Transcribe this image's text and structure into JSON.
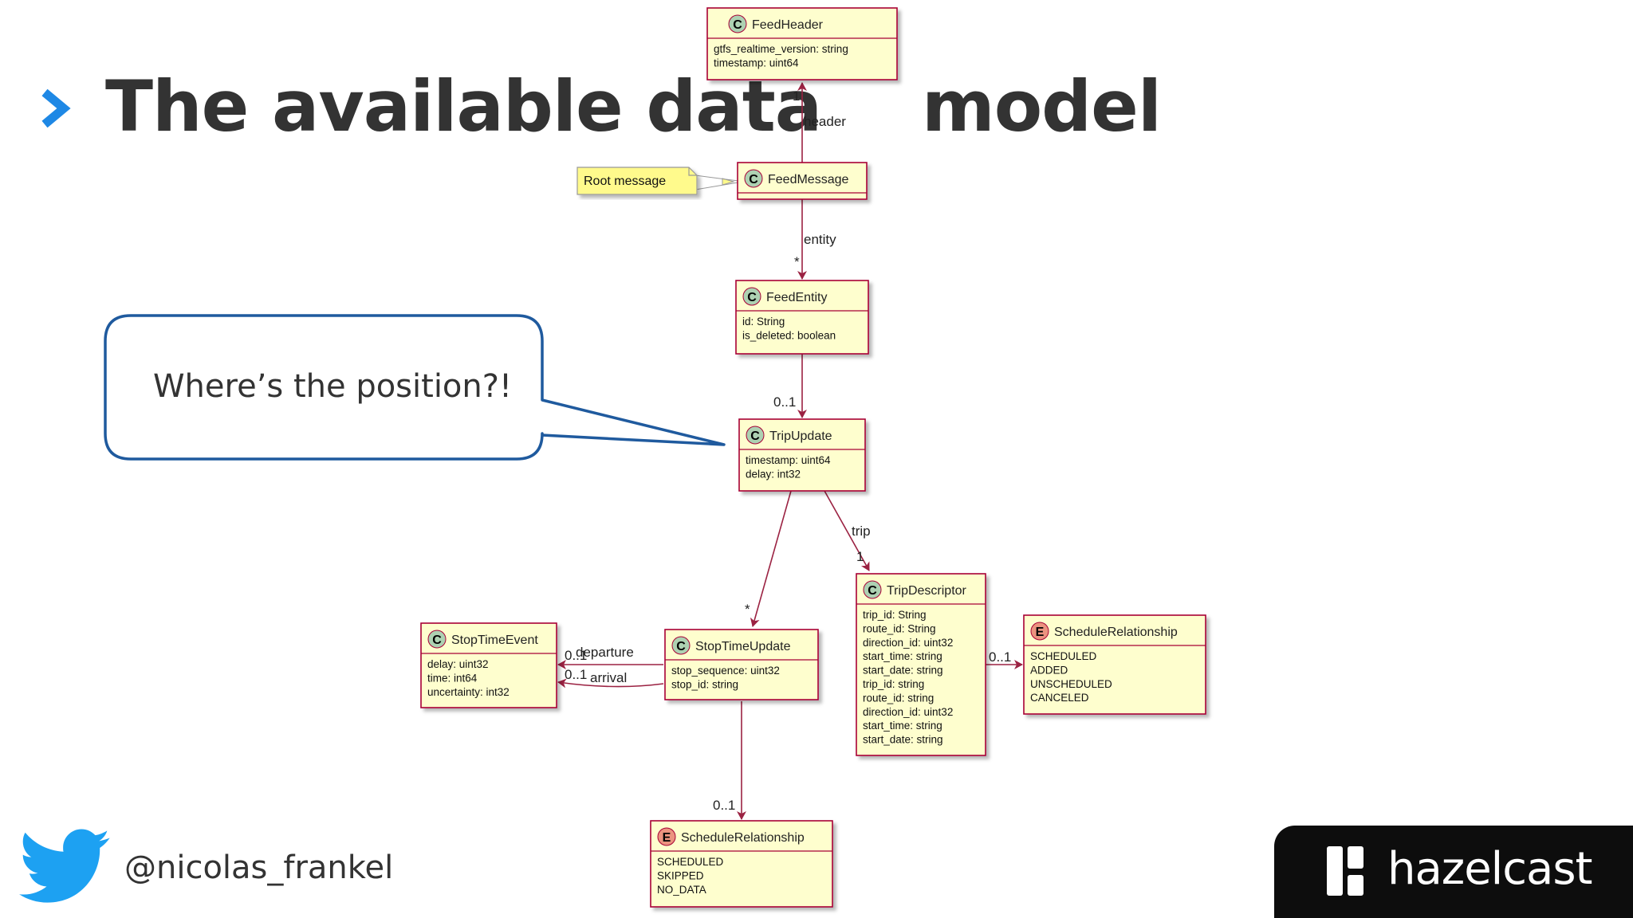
{
  "slide": {
    "title_left": "The available data",
    "title_right": "model",
    "callout": "Where’s the position?!",
    "twitter_handle": "@nicolas_frankel",
    "logo_text": "hazelcast",
    "accent_color": "#1e88e5",
    "twitter_color": "#1da1f2"
  },
  "diagram": {
    "note": "Root message",
    "classes": {
      "feed_header": {
        "stereotype": "C",
        "name": "FeedHeader",
        "attrs": [
          "gtfs_realtime_version: string",
          "timestamp: uint64"
        ]
      },
      "feed_message": {
        "stereotype": "C",
        "name": "FeedMessage",
        "attrs": []
      },
      "feed_entity": {
        "stereotype": "C",
        "name": "FeedEntity",
        "attrs": [
          "id: String",
          "is_deleted: boolean"
        ]
      },
      "trip_update": {
        "stereotype": "C",
        "name": "TripUpdate",
        "attrs": [
          "timestamp: uint64",
          "delay: int32"
        ]
      },
      "trip_descriptor": {
        "stereotype": "C",
        "name": "TripDescriptor",
        "attrs": [
          "trip_id: String",
          "route_id: String",
          "direction_id: uint32",
          "start_time: string",
          "start_date: string",
          "trip_id: string",
          "route_id: string",
          "direction_id: uint32",
          "start_time: string",
          "start_date: string"
        ]
      },
      "schedule_rel_trip": {
        "stereotype": "E",
        "name": "ScheduleRelationship",
        "attrs": [
          "SCHEDULED",
          "ADDED",
          "UNSCHEDULED",
          "CANCELED"
        ]
      },
      "stop_time_update": {
        "stereotype": "C",
        "name": "StopTimeUpdate",
        "attrs": [
          "stop_sequence: uint32",
          "stop_id: string"
        ]
      },
      "stop_time_event": {
        "stereotype": "C",
        "name": "StopTimeEvent",
        "attrs": [
          "delay: uint32",
          "time: int64",
          "uncertainty: int32"
        ]
      },
      "schedule_rel_stop": {
        "stereotype": "E",
        "name": "ScheduleRelationship",
        "attrs": [
          "SCHEDULED",
          "SKIPPED",
          "NO_DATA"
        ]
      }
    },
    "edges": {
      "header_label": "header",
      "header_mult": "1",
      "entity_label": "entity",
      "entity_mult": "*",
      "tripupdate_mult": "0..1",
      "trip_label": "trip",
      "trip_mult": "1",
      "stu_mult": "*",
      "departure_label": "departure",
      "departure_mult": "0..1",
      "arrival_label": "arrival",
      "arrival_mult": "0..1",
      "sr_trip_mult": "0..1",
      "sr_stop_mult": "0..1"
    }
  }
}
